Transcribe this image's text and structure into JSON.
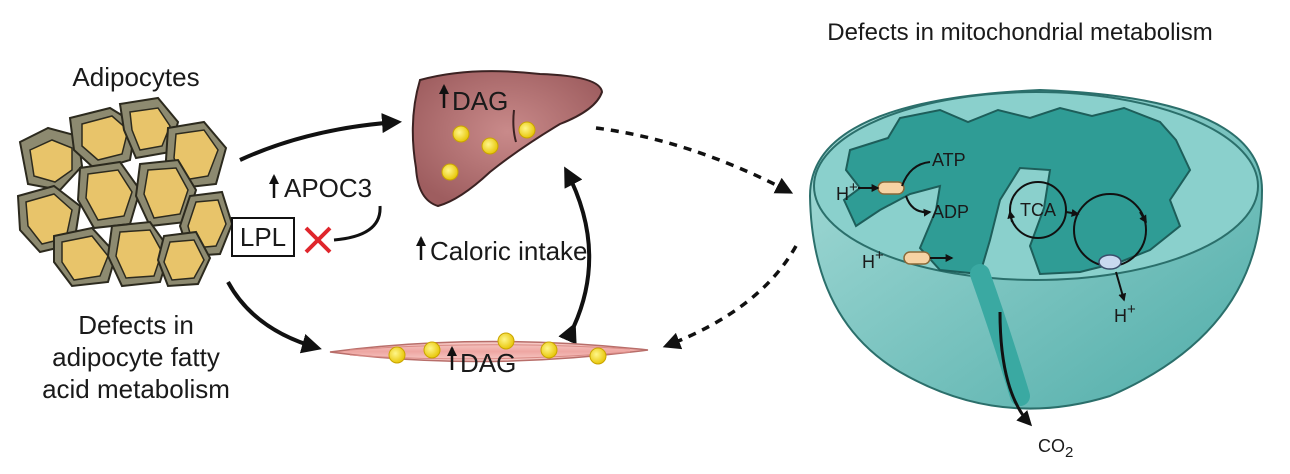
{
  "adipocytes_label": "Adipocytes",
  "adipocyte_defect_label": [
    "Defects in",
    "adipocyte fatty",
    "acid metabolism"
  ],
  "apoc3_label": "APOC3",
  "lpl_label": "LPL",
  "caloric_label": "Caloric intake",
  "liver_dag_label": "DAG",
  "muscle_dag_label": "DAG",
  "mito_title": "Defects in mitochondrial metabolism",
  "atp_label": "ATP",
  "adp_label": "ADP",
  "tca_label": "TCA",
  "h_plus": "H",
  "plus_sign": "+",
  "co2_label": "CO",
  "co2_sub": "2",
  "colors": {
    "adipocyte_fill": "#e8c46a",
    "adipocyte_gray": "#8d8a70",
    "liver_fill": "#b97878",
    "muscle_fill": "#f2b7b3",
    "lipid_yellow": "#f4e021",
    "mito_outer": "#7cc9c6",
    "mito_inner": "#2f9c95",
    "lpl_x": "#e0262c"
  }
}
